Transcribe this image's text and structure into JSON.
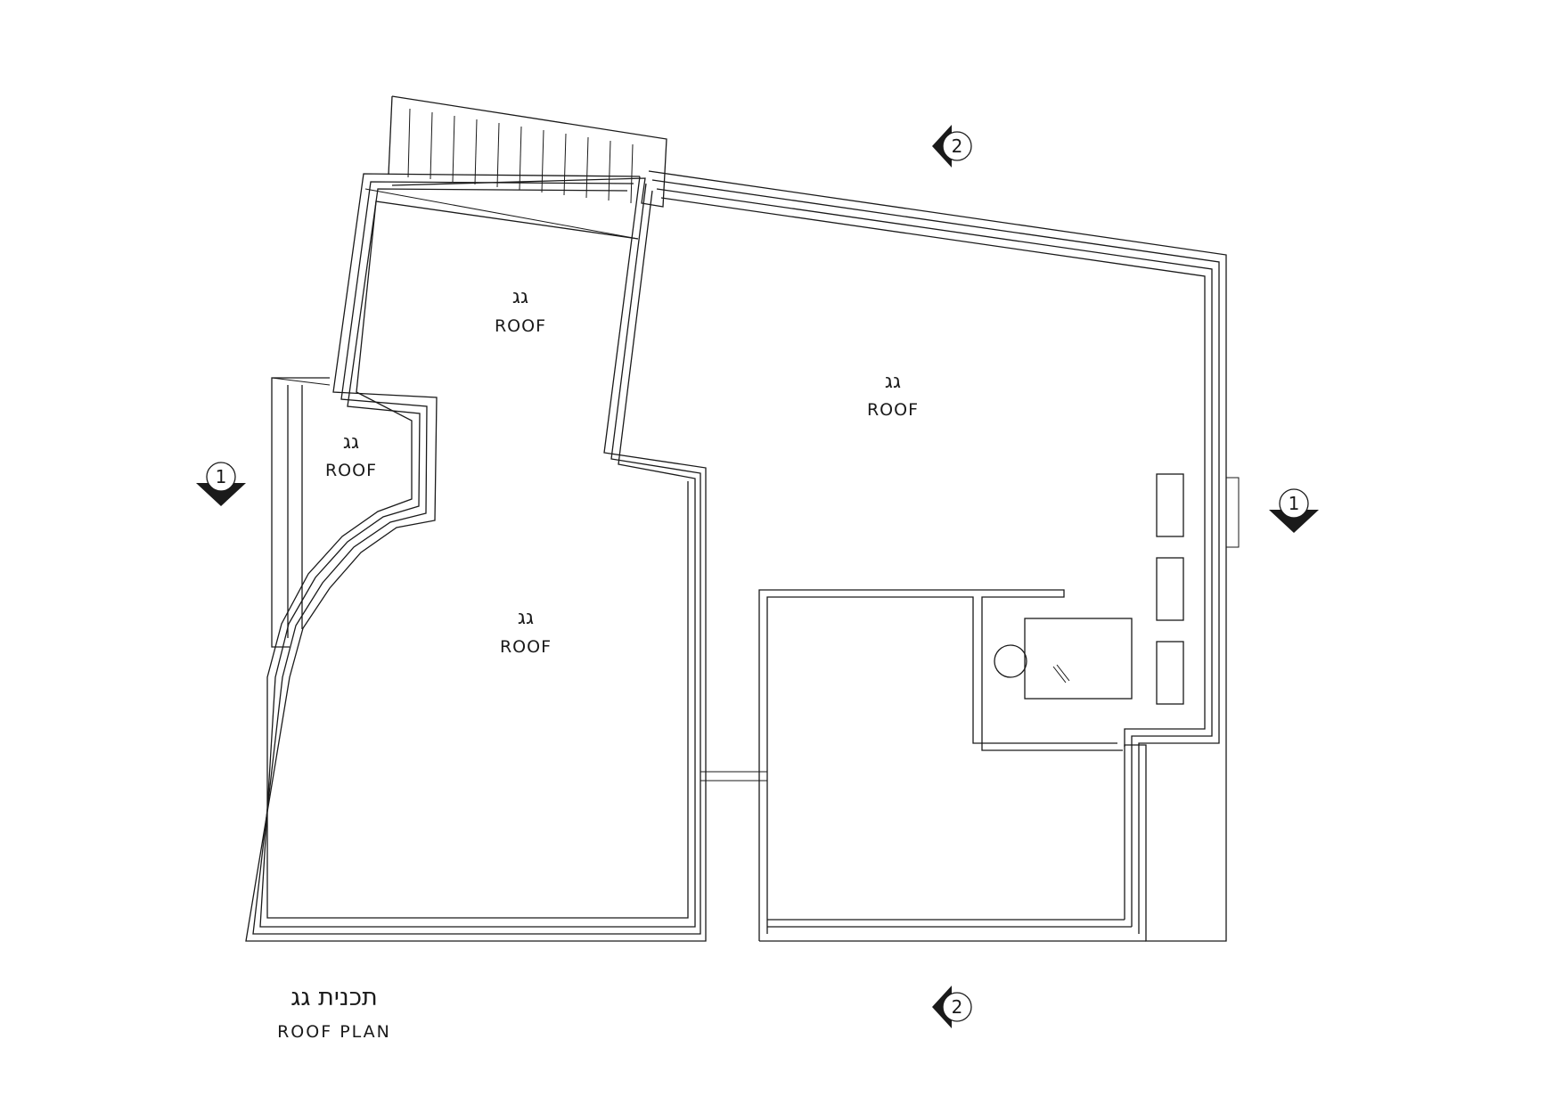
{
  "rooms": {
    "top_left": {
      "label_he": "גג",
      "label_en": "ROOF"
    },
    "small_left": {
      "label_he": "גג",
      "label_en": "ROOF"
    },
    "main_left": {
      "label_he": "גג",
      "label_en": "ROOF"
    },
    "right": {
      "label_he": "גג",
      "label_en": "ROOF"
    }
  },
  "section_markers": {
    "top": "2",
    "bottom": "2",
    "left": "1",
    "right": "1"
  },
  "title": {
    "hebrew": "תכנית גג",
    "english": "ROOF PLAN"
  }
}
